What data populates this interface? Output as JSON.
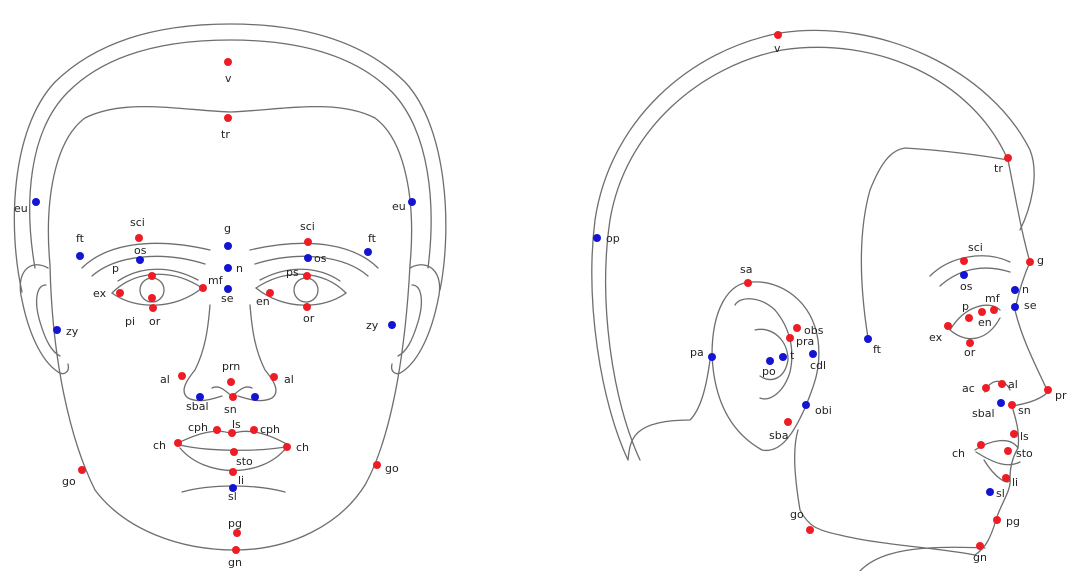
{
  "landmark_colors": {
    "red": "#ee1c25",
    "blue": "#1414d2"
  },
  "frontal_view": {
    "landmarks": [
      {
        "label": "v",
        "color": "red"
      },
      {
        "label": "tr",
        "color": "red"
      },
      {
        "label": "eu",
        "color": "blue"
      },
      {
        "label": "eu",
        "color": "blue"
      },
      {
        "label": "ft",
        "color": "blue"
      },
      {
        "label": "ft",
        "color": "blue"
      },
      {
        "label": "sci",
        "color": "red"
      },
      {
        "label": "sci",
        "color": "red"
      },
      {
        "label": "g",
        "color": "blue"
      },
      {
        "label": "os",
        "color": "blue"
      },
      {
        "label": "os",
        "color": "blue"
      },
      {
        "label": "n",
        "color": "blue"
      },
      {
        "label": "p",
        "color": "red"
      },
      {
        "label": "ps",
        "color": "red"
      },
      {
        "label": "mf",
        "color": "red"
      },
      {
        "label": "ex",
        "color": "red"
      },
      {
        "label": "en",
        "color": "red"
      },
      {
        "label": "se",
        "color": "blue"
      },
      {
        "label": "pi",
        "color": "red"
      },
      {
        "label": "or",
        "color": "red"
      },
      {
        "label": "or",
        "color": "red"
      },
      {
        "label": "zy",
        "color": "blue"
      },
      {
        "label": "zy",
        "color": "blue"
      },
      {
        "label": "prn",
        "color": "red"
      },
      {
        "label": "al",
        "color": "red"
      },
      {
        "label": "al",
        "color": "red"
      },
      {
        "label": "sbal",
        "color": "blue"
      },
      {
        "label": "sn",
        "color": "red"
      },
      {
        "label": "ls",
        "color": "red"
      },
      {
        "label": "cph",
        "color": "red"
      },
      {
        "label": "cph",
        "color": "red"
      },
      {
        "label": "ch",
        "color": "red"
      },
      {
        "label": "ch",
        "color": "red"
      },
      {
        "label": "sto",
        "color": "red"
      },
      {
        "label": "go",
        "color": "red"
      },
      {
        "label": "go",
        "color": "red"
      },
      {
        "label": "li",
        "color": "red"
      },
      {
        "label": "sl",
        "color": "blue"
      },
      {
        "label": "pg",
        "color": "red"
      },
      {
        "label": "gn",
        "color": "red"
      }
    ]
  },
  "profile_view": {
    "landmarks": [
      {
        "label": "v",
        "color": "red"
      },
      {
        "label": "tr",
        "color": "red"
      },
      {
        "label": "op",
        "color": "blue"
      },
      {
        "label": "sci",
        "color": "red"
      },
      {
        "label": "g",
        "color": "red"
      },
      {
        "label": "os",
        "color": "blue"
      },
      {
        "label": "n",
        "color": "blue"
      },
      {
        "label": "se",
        "color": "blue"
      },
      {
        "label": "mf",
        "color": "red"
      },
      {
        "label": "p",
        "color": "red"
      },
      {
        "label": "en",
        "color": "red"
      },
      {
        "label": "ex",
        "color": "red"
      },
      {
        "label": "or",
        "color": "red"
      },
      {
        "label": "sa",
        "color": "red"
      },
      {
        "label": "obs",
        "color": "red"
      },
      {
        "label": "pra",
        "color": "red"
      },
      {
        "label": "ft",
        "color": "blue"
      },
      {
        "label": "t",
        "color": "blue"
      },
      {
        "label": "po",
        "color": "blue"
      },
      {
        "label": "cdl",
        "color": "blue"
      },
      {
        "label": "pa",
        "color": "blue"
      },
      {
        "label": "ac",
        "color": "red"
      },
      {
        "label": "al",
        "color": "red"
      },
      {
        "label": "pr",
        "color": "red"
      },
      {
        "label": "sbal",
        "color": "blue"
      },
      {
        "label": "sn",
        "color": "red"
      },
      {
        "label": "obi",
        "color": "blue"
      },
      {
        "label": "sba",
        "color": "red"
      },
      {
        "label": "ls",
        "color": "red"
      },
      {
        "label": "ch",
        "color": "red"
      },
      {
        "label": "sto",
        "color": "red"
      },
      {
        "label": "li",
        "color": "red"
      },
      {
        "label": "sl",
        "color": "blue"
      },
      {
        "label": "go",
        "color": "red"
      },
      {
        "label": "pg",
        "color": "red"
      },
      {
        "label": "gn",
        "color": "red"
      }
    ]
  }
}
